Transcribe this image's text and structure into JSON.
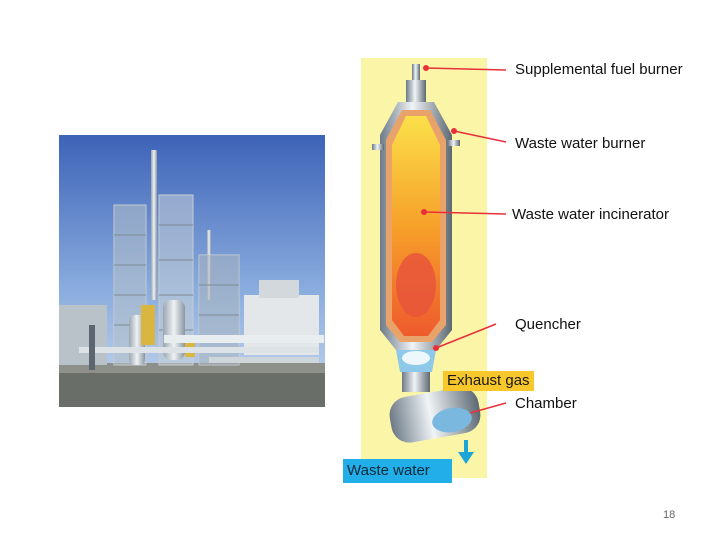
{
  "labels": {
    "supplemental_fuel_burner": "Supplemental fuel burner",
    "waste_water_burner": "Waste water burner",
    "waste_water_incinerator": "Waste water incinerator",
    "quencher": "Quencher",
    "exhaust_gas": "Exhaust gas",
    "chamber": "Chamber",
    "waste_water": "Waste water"
  },
  "page_number": "18",
  "colors": {
    "panel_yellow": "#fbf5a8",
    "callout_red": "#e8303a",
    "exhaust_tag": "#f8c72c",
    "waste_tag": "#22aee8"
  }
}
